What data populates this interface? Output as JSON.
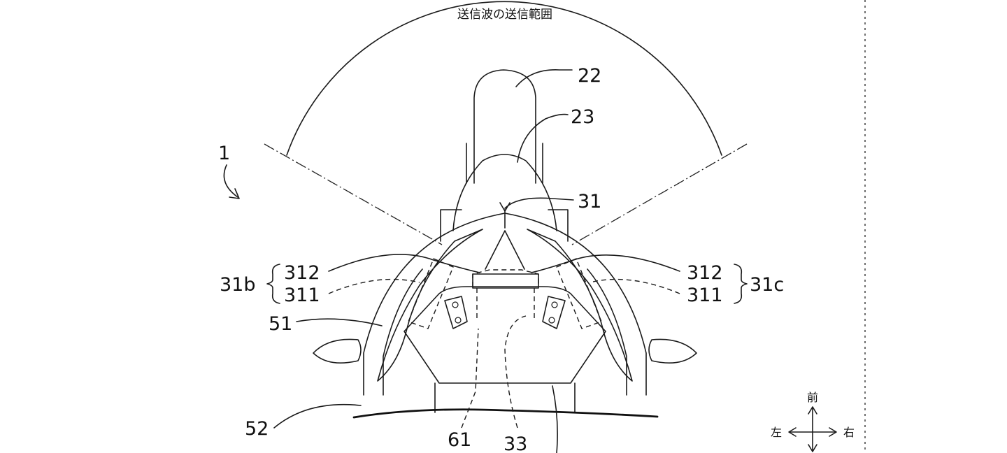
{
  "caption": "送信波の送信範囲",
  "labels": {
    "vehicle": "1",
    "windscreen": "22",
    "upper_cowl": "23",
    "sensor": "31",
    "left_group": "31b",
    "right_group": "31c",
    "left_312": "312",
    "left_311": "311",
    "right_312": "312",
    "right_311": "311",
    "cowl_side": "51",
    "lower_cowl": "52",
    "headlight_lower": "61",
    "headlight_path": "33"
  },
  "directions": {
    "front": "前",
    "left": "左",
    "right": "右"
  }
}
